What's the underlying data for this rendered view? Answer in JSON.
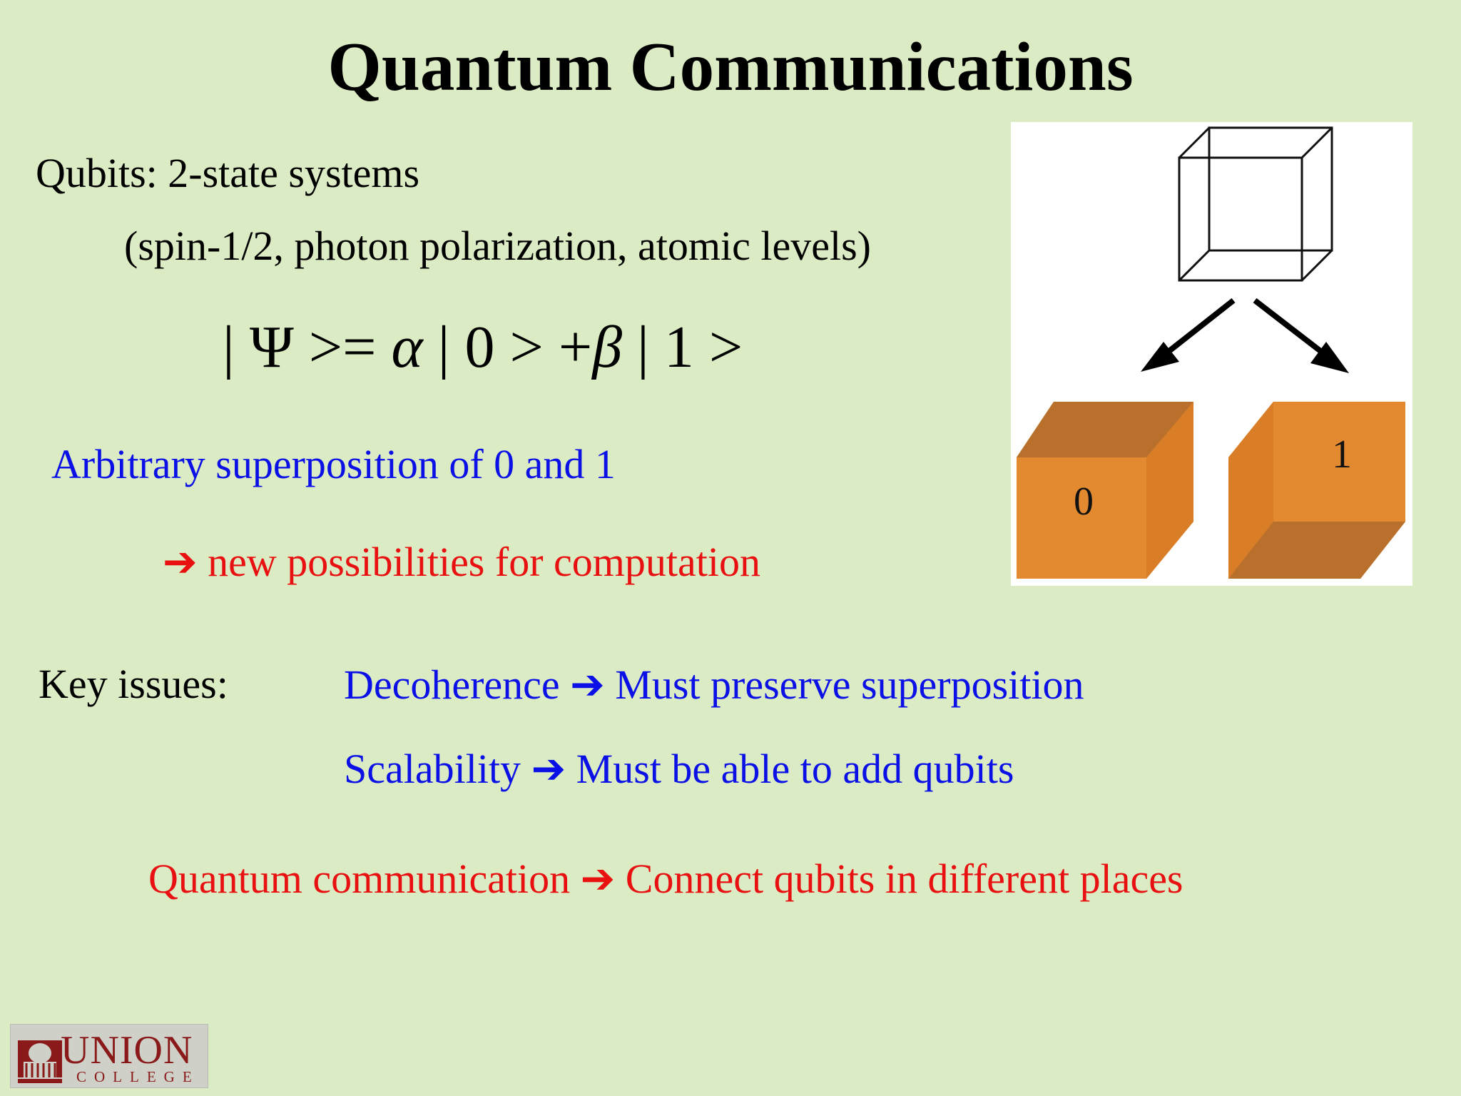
{
  "title": "Quantum Communications",
  "qubits": {
    "heading": "Qubits: 2-state systems",
    "examples": "(spin-1/2, photon polarization, atomic levels)"
  },
  "formula": {
    "psi": "| Ψ >= ",
    "alpha": "α",
    "mid": " | 0 > +",
    "beta": "β",
    "end": " | 1 >"
  },
  "superposition": "Arbitrary  superposition of 0 and 1",
  "possibilities": {
    "arrow": "➔",
    "text": "new possibilities for computation"
  },
  "key_issues": {
    "label": "Key issues:",
    "items": [
      {
        "left": "Decoherence",
        "arrow": "➔",
        "right": "Must preserve superposition"
      },
      {
        "left": "Scalability",
        "arrow": "➔",
        "right": "Must be able to add qubits"
      }
    ]
  },
  "communication": {
    "left": "Quantum communication",
    "arrow": "➔",
    "right": "Connect qubits in different places"
  },
  "figure": {
    "cube_zero_label": "0",
    "cube_one_label": "1",
    "cube_color": "#e0862c",
    "cube_shade": "#b8702c"
  },
  "logo": {
    "union": "UNION",
    "college": "COLLEGE"
  }
}
